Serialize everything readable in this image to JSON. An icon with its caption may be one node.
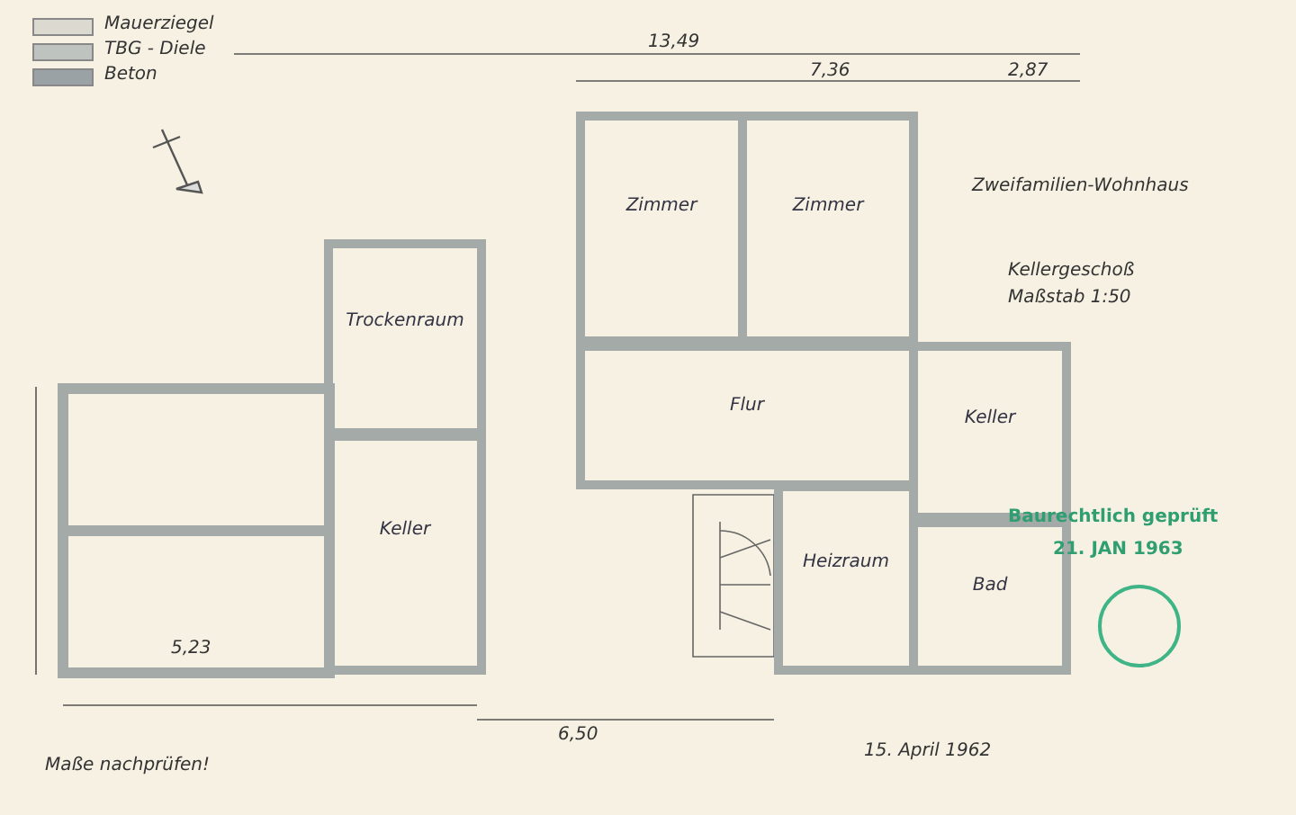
{
  "diagram": {
    "nodes": [
      {
        "text": [
          "Trockenraum"
        ]
      },
      {
        "text": [
          "Zimmer"
        ]
      },
      {
        "text": [
          "Zimmer"
        ]
      },
      {
        "text": [
          "Flur"
        ]
      },
      {
        "text": [
          "Keller"
        ]
      },
      {
        "text": [
          "Keller"
        ]
      },
      {
        "text": [
          "Heizraum"
        ]
      },
      {
        "text": [
          "Bad"
        ]
      }
    ],
    "labels": [
      "Zweifamilien-Wohnhaus",
      "Kellergeschoß",
      "Maßstab 1:50",
      "13,49",
      "7,36",
      "2,87",
      "5,23",
      "6,50",
      "15. April 1962",
      "Baurechtlich geprüft",
      "21. JAN 1963",
      "Maße nachprüfen!"
    ],
    "legend": [
      {
        "text": "Mauerziegel",
        "color": "#dcdad0"
      },
      {
        "text": "TBG - Diele",
        "color": "#bfc3bf"
      },
      {
        "text": "Beton",
        "color": "#9aa2a6"
      }
    ]
  }
}
